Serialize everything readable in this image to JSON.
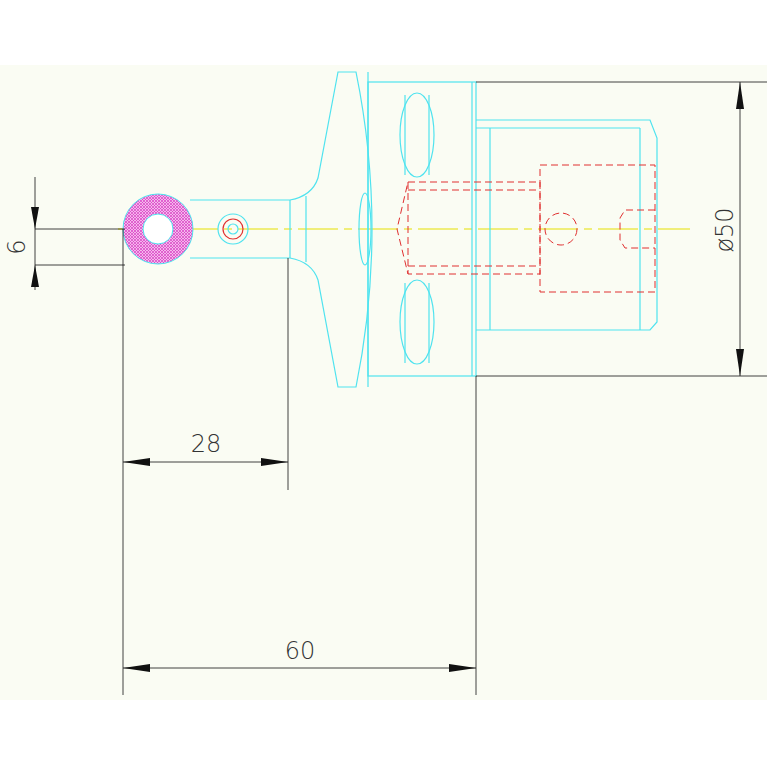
{
  "diagram": {
    "labels": [
      "6",
      "28",
      "60",
      "ø50"
    ]
  }
}
